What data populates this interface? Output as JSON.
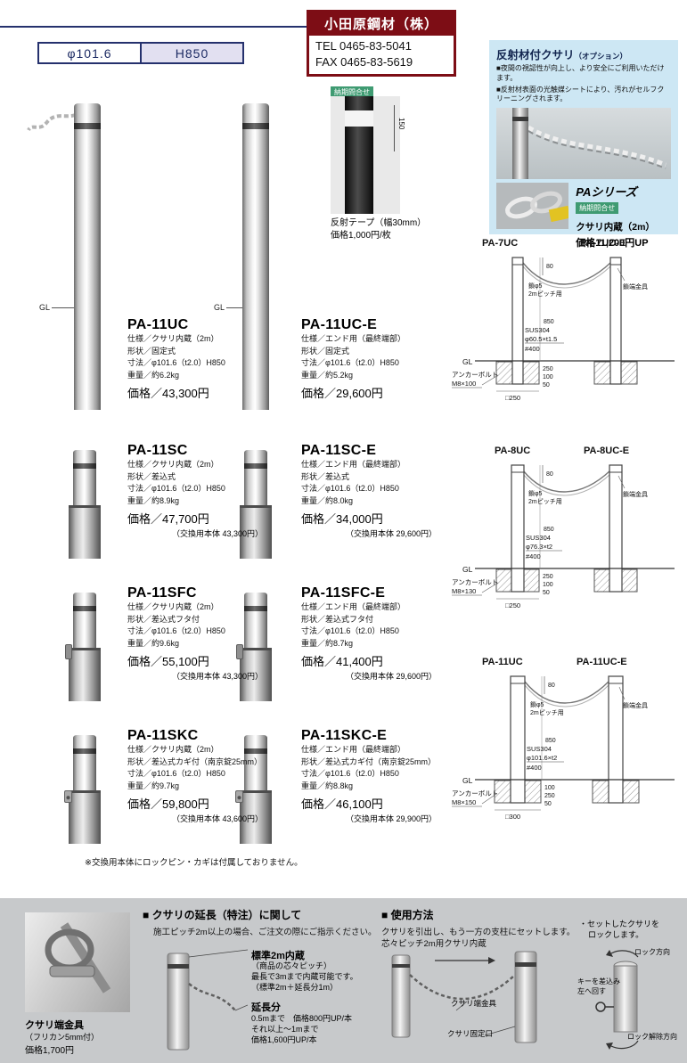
{
  "header": {
    "spec": {
      "diameter": "φ101.6",
      "height": "H850"
    },
    "company": {
      "name": "小田原鋼材（株）",
      "tel": "TEL 0465-83-5041",
      "fax": "FAX 0465-83-5619"
    },
    "tape": {
      "badge": "納期問合せ",
      "dim": "150",
      "name": "反射テープ（幅30mm）",
      "price": "価格1,000円/枚"
    },
    "option": {
      "title": "反射材付クサリ",
      "title_suffix": "（オプション）",
      "bullet1": "■夜間の視認性が向上し、より安全にご利用いただけます。",
      "bullet2": "■反射材表面の光触媒シートにより、汚れがセルフクリーニングされます。",
      "series": "PAシリーズ",
      "badge": "納期問合せ",
      "line1": "クサリ内蔵（2m）",
      "line2": "価格11,200円UP"
    }
  },
  "gl": "GL",
  "products": [
    {
      "model": "PA-11UC",
      "lines": [
        "仕様／クサリ内蔵（2m）",
        "形状／固定式",
        "寸法／φ101.6（t2.0）H850",
        "重量／約6.2kg"
      ],
      "price": "価格／43,300円",
      "exchange": ""
    },
    {
      "model": "PA-11UC-E",
      "lines": [
        "仕様／エンド用（最終端部）",
        "形状／固定式",
        "寸法／φ101.6（t2.0）H850",
        "重量／約5.2kg"
      ],
      "price": "価格／29,600円",
      "exchange": ""
    },
    {
      "model": "PA-11SC",
      "lines": [
        "仕様／クサリ内蔵（2m）",
        "形状／差込式",
        "寸法／φ101.6（t2.0）H850",
        "重量／約8.9kg"
      ],
      "price": "価格／47,700円",
      "exchange": "（交換用本体 43,300円）"
    },
    {
      "model": "PA-11SC-E",
      "lines": [
        "仕様／エンド用（最終端部）",
        "形状／差込式",
        "寸法／φ101.6（t2.0）H850",
        "重量／約8.0kg"
      ],
      "price": "価格／34,000円",
      "exchange": "（交換用本体 29,600円）"
    },
    {
      "model": "PA-11SFC",
      "lines": [
        "仕様／クサリ内蔵（2m）",
        "形状／差込式フタ付",
        "寸法／φ101.6（t2.0）H850",
        "重量／約9.6kg"
      ],
      "price": "価格／55,100円",
      "exchange": "（交換用本体 43,300円）"
    },
    {
      "model": "PA-11SFC-E",
      "lines": [
        "仕様／エンド用（最終端部）",
        "形状／差込式フタ付",
        "寸法／φ101.6（t2.0）H850",
        "重量／約8.7kg"
      ],
      "price": "価格／41,400円",
      "exchange": "（交換用本体 29,600円）"
    },
    {
      "model": "PA-11SKC",
      "lines": [
        "仕様／クサリ内蔵（2m）",
        "形状／差込式カギ付（南京錠25mm）",
        "寸法／φ101.6（t2.0）H850",
        "重量／約9.7kg"
      ],
      "price": "価格／59,800円",
      "exchange": "（交換用本体 43,600円）"
    },
    {
      "model": "PA-11SKC-E",
      "lines": [
        "仕様／エンド用（最終端部）",
        "形状／差込式カギ付（南京錠25mm）",
        "寸法／φ101.6（t2.0）H850",
        "重量／約8.8kg"
      ],
      "price": "価格／46,100円",
      "exchange": "（交換用本体 29,900円）"
    }
  ],
  "note": "※交換用本体にロックピン・カギは付属しておりません。",
  "drawings": [
    {
      "left_model": "PA-7UC",
      "right_model": "PA-7UC-E",
      "chain1": "鎖φ5",
      "chain2": "2mピッチ用",
      "end_fitting": "鎖端金具",
      "mat": "SUS304",
      "pipe": "φ60.5×t1.5",
      "finish": "#400",
      "gl": "GL",
      "anchor1": "アンカーボルト",
      "anchor2": "M8×100",
      "dim_top": "80",
      "dim_h": "850",
      "dim_d1": "250",
      "dim_d2": "100",
      "dim_d3": "50",
      "dim_base": "□250"
    },
    {
      "left_model": "PA-8UC",
      "right_model": "PA-8UC-E",
      "chain1": "鎖φ5",
      "chain2": "2mピッチ用",
      "end_fitting": "鎖端金具",
      "mat": "SUS304",
      "pipe": "φ76.3×t2",
      "finish": "#400",
      "gl": "GL",
      "anchor1": "アンカーボルト",
      "anchor2": "M8×130",
      "dim_top": "80",
      "dim_h": "850",
      "dim_d1": "250",
      "dim_d2": "100",
      "dim_d3": "50",
      "dim_base": "□250"
    },
    {
      "left_model": "PA-11UC",
      "right_model": "PA-11UC-E",
      "chain1": "鎖φ5",
      "chain2": "2mピッチ用",
      "end_fitting": "鎖端金具",
      "mat": "SUS304",
      "pipe": "φ101.6×t2",
      "finish": "#400",
      "gl": "GL",
      "anchor1": "アンカーボルト",
      "anchor2": "M8×150",
      "dim_top": "80",
      "dim_h": "850",
      "dim_d1": "100",
      "dim_d2": "250",
      "dim_d3": "50",
      "dim_base": "□300"
    }
  ],
  "footer": {
    "fitting": {
      "title": "クサリ端金具",
      "sub": "（フリカン5mm付）",
      "price": "価格1,700円"
    },
    "extension": {
      "heading": "■ クサリの延長（特注）に関して",
      "text": "施工ピッチ2m以上の場合、ご注文の際にご指示ください。",
      "l1": "標準2m内蔵",
      "l2": "（商品の芯々ピッチ）",
      "l3": "最長で3mまで内蔵可能です。",
      "l4": "（標準2m＋延長分1m）",
      "l5": "延長分",
      "l6": "0.5mまで　価格800円UP/本",
      "l7": "それ以上～1mまで",
      "l8": "価格1,600円UP/本"
    },
    "usage": {
      "heading": "■ 使用方法",
      "text1": "クサリを引出し、もう一方の支柱にセットします。",
      "text2": "芯々ピッチ2m用クサリ内蔵",
      "label1": "クサリ端金具",
      "label2": "クサリ固定口",
      "lock1": "・セットしたクサリを",
      "lock2": "ロックします。",
      "dir1": "ロック方向",
      "key1": "キーを差込み",
      "key2": "左へ回す",
      "dir2": "ロック解除方向"
    }
  }
}
